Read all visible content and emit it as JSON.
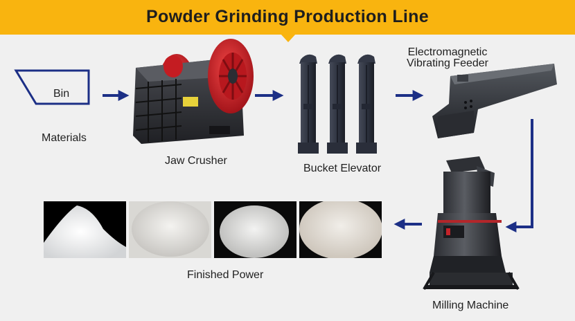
{
  "header": {
    "title": "Powder Grinding Production Line"
  },
  "labels": {
    "bin": "Bin",
    "materials": "Materials",
    "jaw_crusher": "Jaw Crusher",
    "bucket_elevator": "Bucket Elevator",
    "feeder_line1": "Electromagnetic",
    "feeder_line2": "Vibrating Feeder",
    "milling_machine": "Milling Machine",
    "finished": "Finished Power"
  },
  "colors": {
    "header": "#f9b40f",
    "arrow": "#1c2f86",
    "machine_dark": "#2b2d33",
    "flywheel_red": "#d8232a",
    "background": "#f0f0f0"
  }
}
